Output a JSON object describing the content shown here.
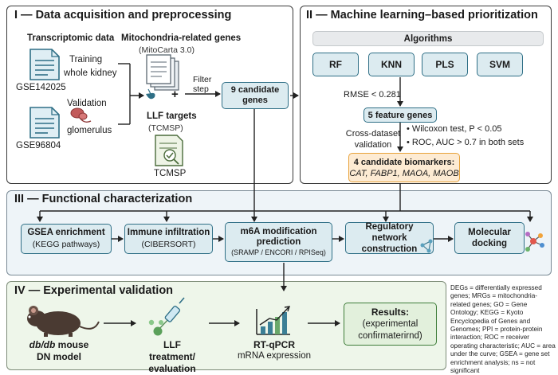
{
  "panel1": {
    "title": "I — Data acquisition and preprocessing",
    "transcriptomic_title": "Transcriptomic data",
    "training_label": "Training",
    "training_sub": "whole kidney",
    "gse_train": "GSE142025",
    "validation_label": "Validation",
    "validation_sub": "glomerulus",
    "gse_val": "GSE96804",
    "mito_title": "Mitochondria-related genes",
    "mito_sub": "(MitoCarta 3.0)",
    "plus": "+",
    "filter_step": "Filter step",
    "llf_title": "LLF targets",
    "llf_sub": "(TCMSP)",
    "tcmsp": "TCMSP",
    "candidates": "9 candidate genes"
  },
  "panel2": {
    "title": "II — Machine learning–based prioritization",
    "algorithms_label": "Algorithms",
    "algorithms": [
      "RF",
      "KNN",
      "PLS",
      "SVM"
    ],
    "rmse": "RMSE < 0.281",
    "feature_genes": "5 feature genes",
    "crossval_label": "Cross-dataset validation",
    "criteria": [
      "• Wilcoxon test, P < 0.05",
      "• ROC, AUC > 0.7 in both sets"
    ],
    "biomarkers_title": "4 candidate biomarkers:",
    "biomarkers_genes": "CAT, FABP1, MAOA, MAOB"
  },
  "panel3": {
    "title": "III — Functional characterization",
    "gsea": {
      "title": "GSEA enrichment",
      "sub": "(KEGG pathways)"
    },
    "immune": {
      "title": "Immune infiltration",
      "sub": "(CIBERSORT)"
    },
    "m6a": {
      "title": "m6A modification prediction",
      "sub": "(SRAMP / ENCORI / RPISeq)"
    },
    "regulatory": {
      "title": "Regulatory network construction"
    },
    "docking": {
      "title": "Molecular docking"
    }
  },
  "panel4": {
    "title": "IV — Experimental validation",
    "mouse_label_italic": "db/db",
    "mouse_label_rest": " mouse",
    "mouse_sub": "DN model",
    "llf_treatment": "LLF treatment/ evaluation",
    "rtqpcr": "RT-qPCR",
    "rtqpcr_sub": "mRNA expression",
    "results_title": "Results:",
    "results_sub": "(experimental confirmaterirnd)"
  },
  "legend": "DEGs = differentially expressed genes; MRGs = mitochondria-related genes; GO = Gene Ontology; KEGG = Kyoto Encyclopedia of Genes and Genomes; PPI = protein-protein interaction; ROC = receiver operating characteristic; AUC = area under the curve; GSEA = gene set enrichment analysis; ns = not significant",
  "colors": {
    "box_fill": "#dcebf0",
    "box_border": "#2f6f86",
    "panel3_fill": "#eef4f8",
    "panel4_fill": "#eef6ea",
    "results_fill": "#e2f0dc",
    "results_border": "#3f7d3a",
    "biomarker_fill": "#fdebd3",
    "biomarker_border": "#e8a23a"
  }
}
